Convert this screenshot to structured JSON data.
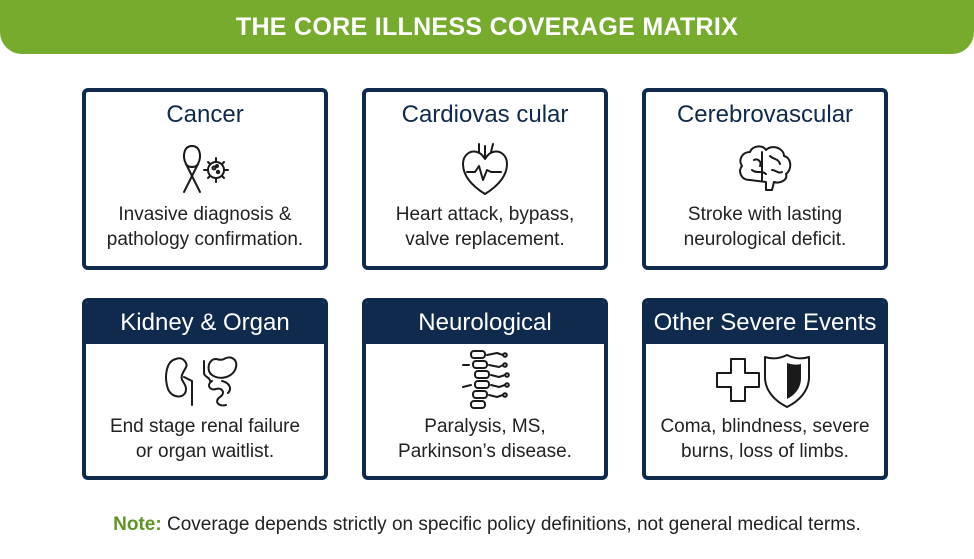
{
  "banner": {
    "title": "THE CORE ILLNESS COVERAGE MATRIX"
  },
  "cards": [
    {
      "title": "Cancer",
      "icon": "ribbon-cell-icon",
      "desc": [
        "Invasive diagnosis &",
        "pathology confirmation."
      ]
    },
    {
      "title": "Cardiovas cular",
      "icon": "heart-icon",
      "desc": [
        "Heart attack, bypass,",
        "valve replacement."
      ]
    },
    {
      "title": "Cerebrovascular",
      "icon": "brain-icon",
      "desc": [
        "Stroke with lasting",
        "neurological deficit."
      ]
    },
    {
      "title": "Kidney & Organ",
      "icon": "kidney-icon",
      "desc": [
        "End stage renal failure",
        "or organ waitlist."
      ]
    },
    {
      "title": "Neurological",
      "icon": "spine-icon",
      "desc": [
        "Paralysis, MS,",
        "Parkinson’s disease."
      ]
    },
    {
      "title": "Other Severe Events",
      "icon": "cross-shield-icon",
      "desc": [
        "Coma, blindness, severe",
        "burns, loss of limbs."
      ]
    }
  ],
  "note": {
    "label": "Note:",
    "text": " Coverage depends strictly on specific policy definitions, not general medical terms."
  },
  "colors": {
    "banner": "#76ab2e",
    "navy": "#0f2a4c",
    "note_label": "#5e9626"
  }
}
